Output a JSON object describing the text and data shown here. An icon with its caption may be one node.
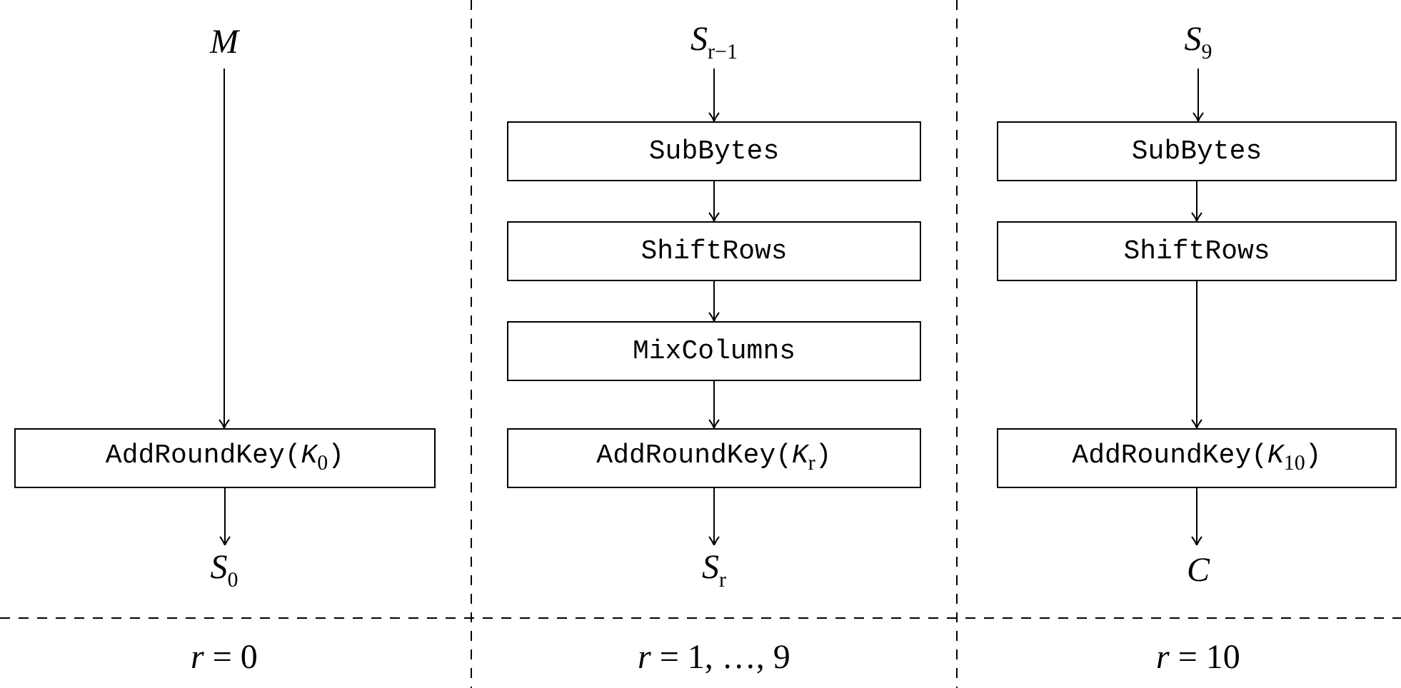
{
  "diagram": {
    "nodes": [
      {
        "text": [
          "M"
        ]
      },
      {
        "text": [
          "AddRoundKey(*K*$_{0}$)"
        ]
      },
      {
        "text": [
          "*S*$_{0}$"
        ]
      },
      {
        "text": [
          "*S*$_{r−1}$"
        ]
      },
      {
        "text": [
          "SubBytes"
        ]
      },
      {
        "text": [
          "ShiftRows"
        ]
      },
      {
        "text": [
          "MixColumns"
        ]
      },
      {
        "text": [
          "AddRoundKey(*K*$_{r}$)"
        ]
      },
      {
        "text": [
          "*S*$_{r}$"
        ]
      },
      {
        "text": [
          "*S*$_{9}$"
        ]
      },
      {
        "text": [
          "SubBytes"
        ]
      },
      {
        "text": [
          "ShiftRows"
        ]
      },
      {
        "text": [
          "AddRoundKey(*K*$_{10}$)"
        ]
      },
      {
        "text": [
          "C"
        ]
      }
    ],
    "edges": [
      {
        "from": 0,
        "to": 1,
        "arrow": "to"
      },
      {
        "from": 1,
        "to": 2,
        "arrow": "to"
      },
      {
        "from": 3,
        "to": 4,
        "arrow": "to"
      },
      {
        "from": 4,
        "to": 5,
        "arrow": "to"
      },
      {
        "from": 5,
        "to": 6,
        "arrow": "to"
      },
      {
        "from": 6,
        "to": 7,
        "arrow": "to"
      },
      {
        "from": 7,
        "to": 8,
        "arrow": "to"
      },
      {
        "from": 9,
        "to": 10,
        "arrow": "to"
      },
      {
        "from": 10,
        "to": 11,
        "arrow": "to"
      },
      {
        "from": 11,
        "to": 12,
        "arrow": "to"
      },
      {
        "from": 12,
        "to": 13,
        "arrow": "to"
      }
    ],
    "labels": [
      "*r* = 0",
      "*r* = 1, …, 9",
      "*r* = 10"
    ]
  }
}
